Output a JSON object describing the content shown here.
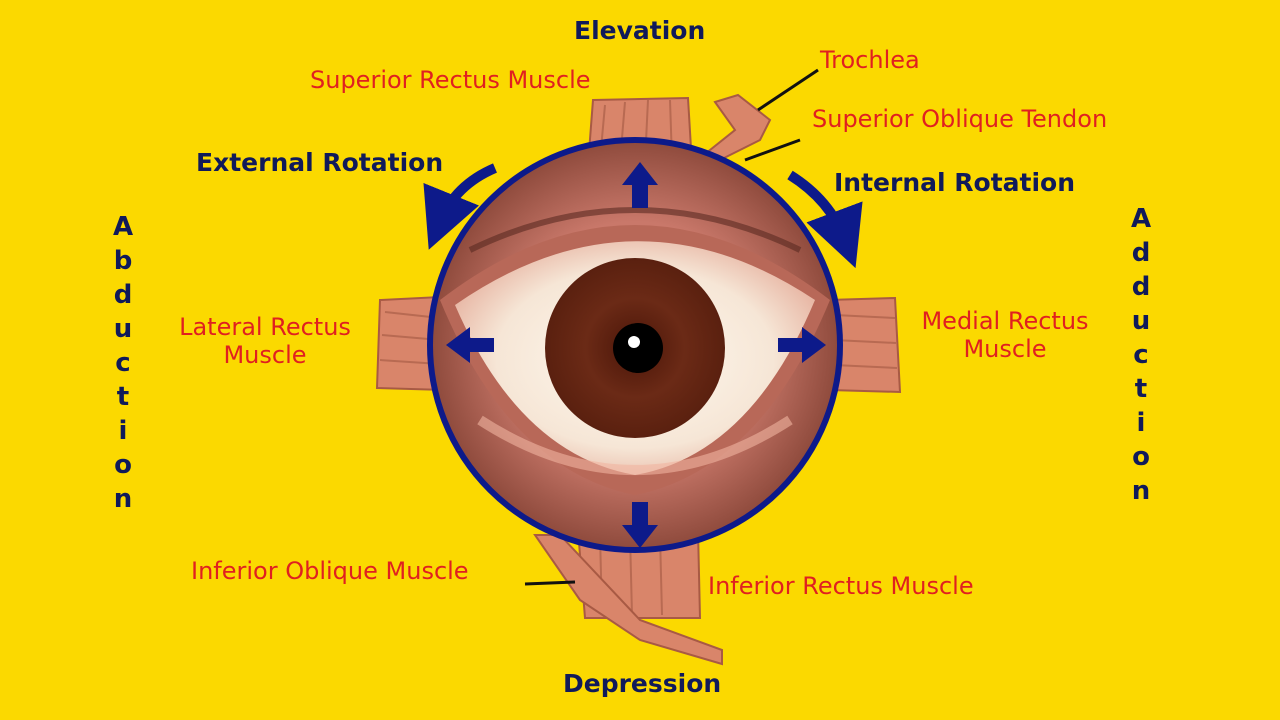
{
  "directions": {
    "elevation": "Elevation",
    "depression": "Depression",
    "external_rotation": "External Rotation",
    "internal_rotation": "Internal Rotation",
    "abduction": "Abduction",
    "adduction": "Adduction"
  },
  "muscles": {
    "superior_rectus": "Superior Rectus Muscle",
    "trochlea": "Trochlea",
    "superior_oblique_tendon": "Superior Oblique Tendon",
    "lateral_rectus_line1": "Lateral Rectus",
    "lateral_rectus_line2": "Muscle",
    "medial_rectus_line1": "Medial Rectus",
    "medial_rectus_line2": "Muscle",
    "inferior_oblique": "Inferior Oblique Muscle",
    "inferior_rectus": "Inferior Rectus Muscle"
  },
  "colors": {
    "background": "#fbd900",
    "direction_text": "#101a5a",
    "muscle_text": "#e02020",
    "arrow": "#0d1a8a",
    "muscle_tissue": "#d9856a",
    "iris": "#6b2a16"
  }
}
